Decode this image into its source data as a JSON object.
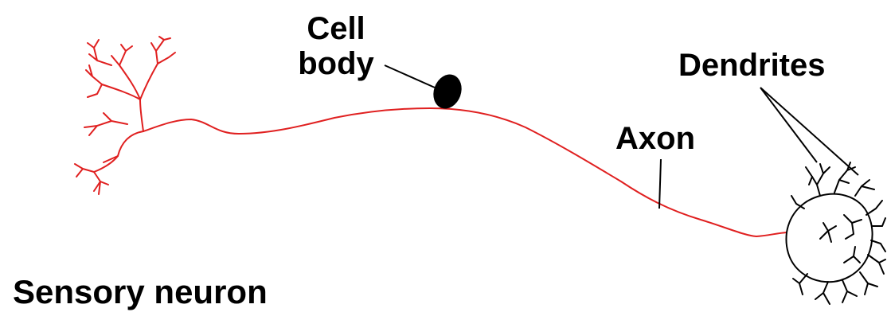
{
  "labels": {
    "cell_line1": "Cell",
    "cell_line2": "body",
    "dendrites": "Dendrites",
    "axon": "Axon",
    "title": "Sensory neuron"
  },
  "colors": {
    "neuron_red": "#e02020",
    "ink": "#000000",
    "background": "#ffffff"
  }
}
